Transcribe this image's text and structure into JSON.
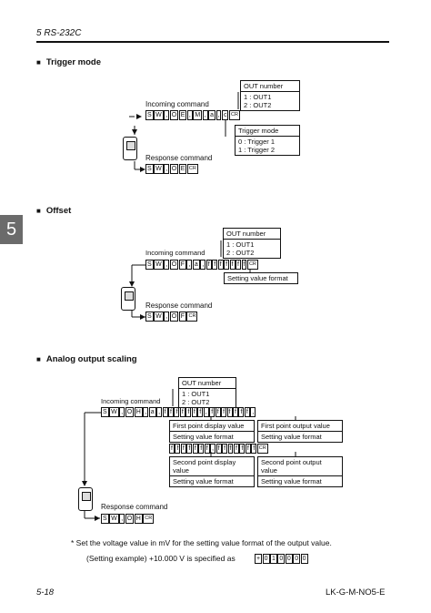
{
  "header": {
    "title": "5  RS-232C"
  },
  "chapter_tab": "5",
  "trigger": {
    "heading": "Trigger mode",
    "incoming": "Incoming command",
    "response": "Response command",
    "out_title": "OUT number",
    "out_lines": [
      "1 : OUT1",
      "2 : OUT2"
    ],
    "trig_title": "Trigger mode",
    "trig_lines": [
      "0 : Trigger 1",
      "1 : Trigger 2"
    ],
    "cmd": [
      "S",
      "W",
      ",",
      "O",
      "E",
      ",",
      "M",
      ",",
      "a",
      ",",
      "c",
      "CR"
    ],
    "resp": [
      "S",
      "W",
      ",",
      "O",
      "E",
      "CR"
    ]
  },
  "offset": {
    "heading": "Offset",
    "incoming": "Incoming command",
    "response": "Response command",
    "out_title": "OUT number",
    "out_lines": [
      "1 : OUT1",
      "2 : OUT2"
    ],
    "fmt": "Setting value format",
    "cmd": [
      "S",
      "W",
      ",",
      "O",
      "F",
      ",",
      "a",
      ",",
      "f",
      "f",
      "f",
      "f",
      "f",
      "f",
      "f",
      "CR"
    ],
    "resp": [
      "S",
      "W",
      ",",
      "O",
      "F",
      "CR"
    ]
  },
  "analog": {
    "heading": "Analog output scaling",
    "incoming": "Incoming command",
    "response": "Response command",
    "out_title": "OUT number",
    "out_lines": [
      "1 : OUT1",
      "2 : OUT2"
    ],
    "cmd1": [
      "S",
      "W",
      ",",
      "O",
      "H",
      ",",
      "a",
      ",",
      "f",
      "f",
      "f",
      "f",
      "f",
      "f",
      "f",
      ",",
      "f",
      "f",
      "f",
      "f",
      "f",
      "f",
      "f",
      ","
    ],
    "box1_title": "First point display value",
    "box1_sub": "Setting value format",
    "box2_title": "First point output value",
    "box2_sub": "Setting value format",
    "cmd2": [
      "f",
      "f",
      "f",
      "f",
      "f",
      "f",
      "f",
      ",",
      "f",
      "f",
      "f",
      "f",
      "f",
      "f",
      "f",
      "CR"
    ],
    "box3_title": "Second point display value",
    "box3_sub": "Setting value format",
    "box4_title": "Second point output value",
    "box4_sub": "Setting value format",
    "resp": [
      "S",
      "W",
      ",",
      "O",
      "H",
      "CR"
    ]
  },
  "notes": {
    "line1": "* Set the voltage value in mV for the setting value format of the output value.",
    "line2": "(Setting example) +10.000 V is specified as",
    "example": [
      "+",
      "0",
      "1",
      "0",
      "0",
      "0",
      "0"
    ]
  },
  "footer": {
    "page": "5-18",
    "doc": "LK-G-M-NO5-E"
  }
}
